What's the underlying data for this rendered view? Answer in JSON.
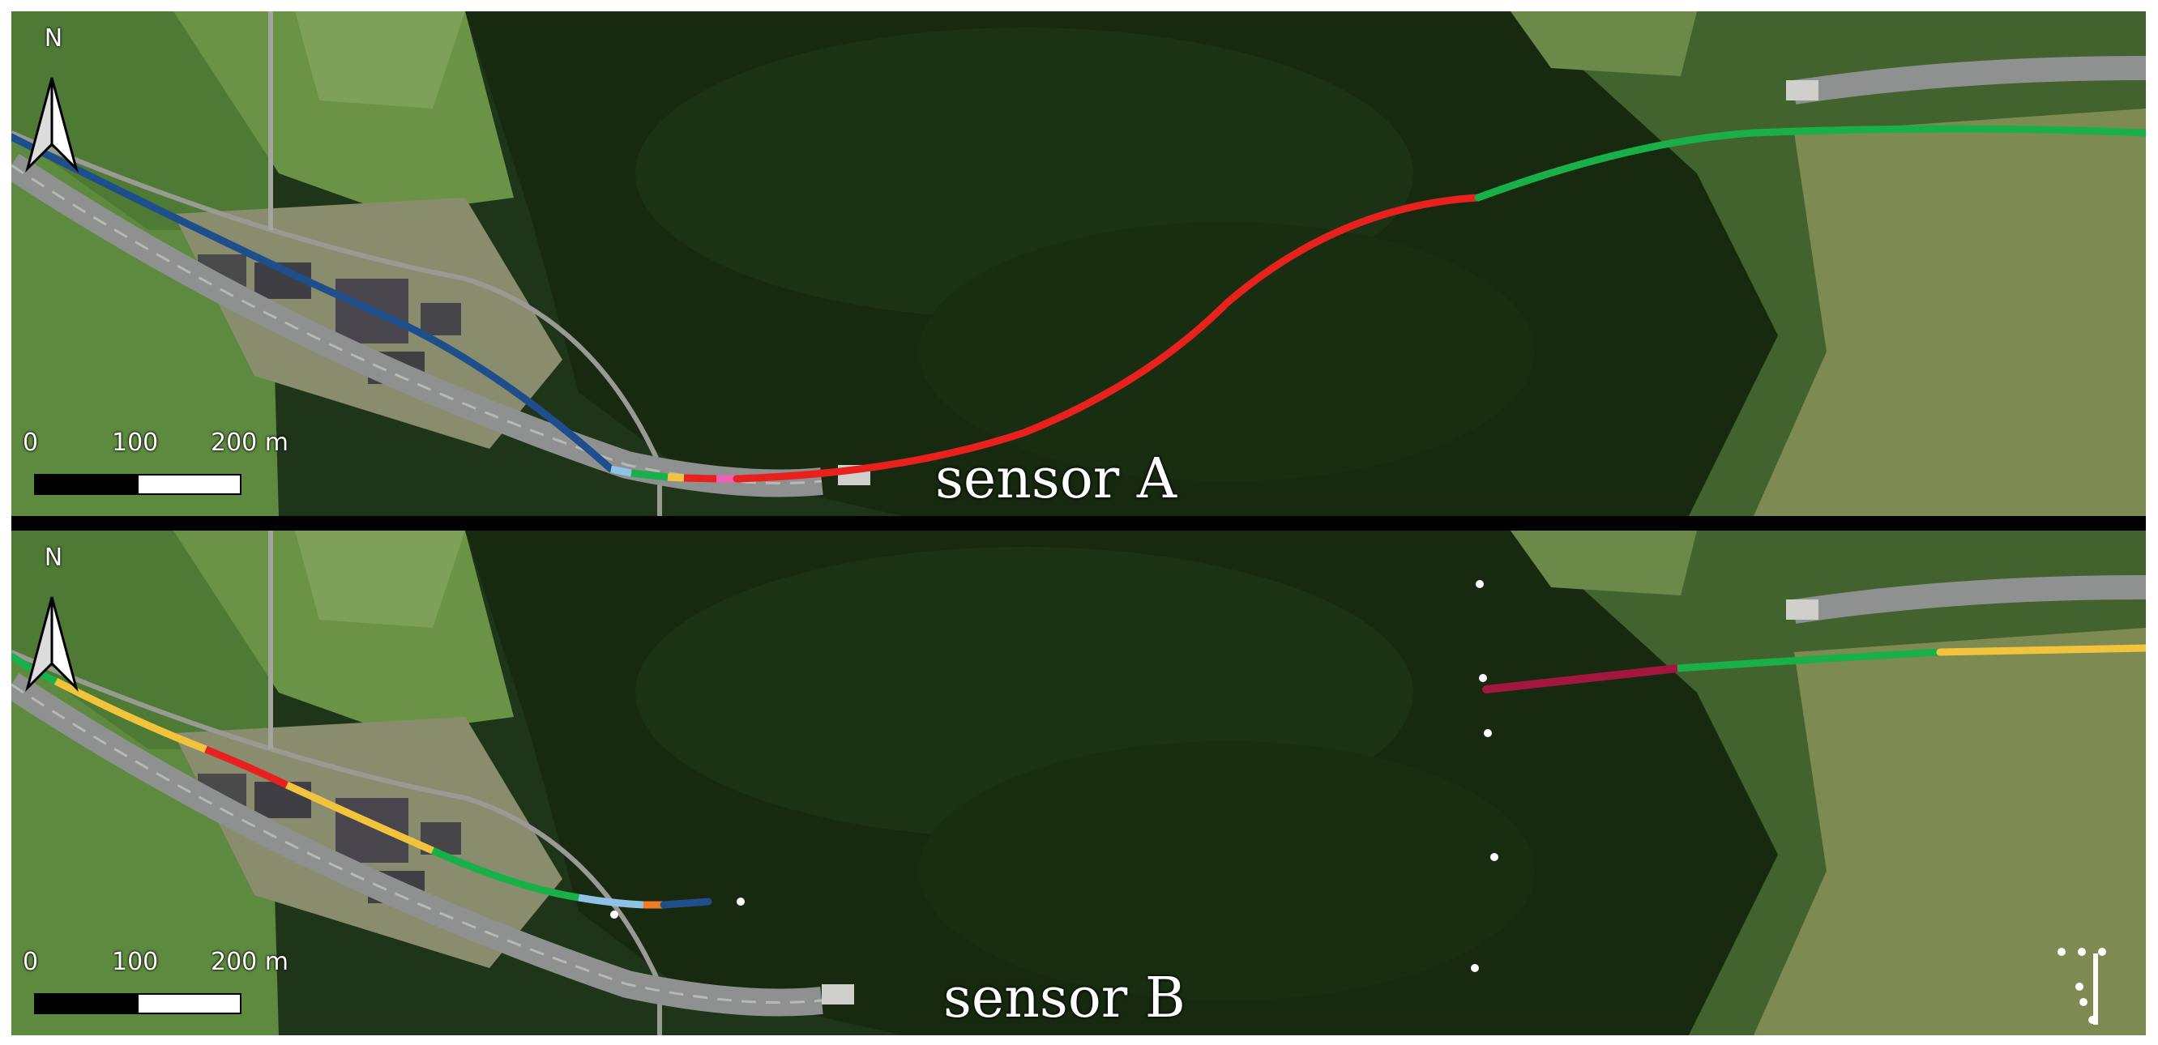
{
  "panels": [
    {
      "sensor_label": "sensor A",
      "north_label": "N",
      "scale": {
        "labels": [
          "0",
          "100",
          "200 m"
        ]
      }
    },
    {
      "sensor_label": "sensor B",
      "north_label": "N",
      "scale": {
        "labels": [
          "0",
          "100",
          "200 m"
        ]
      }
    }
  ],
  "colors": {
    "dark_blue": "#1f4e8c",
    "light_blue": "#8ec3e6",
    "green": "#19b04a",
    "yellow": "#f2c43d",
    "red": "#e8211e",
    "pink": "#f15fb5",
    "orange": "#f07d22",
    "dark_red": "#a3173f",
    "white_markers": "#ffffff"
  },
  "icons": [
    "north-arrow-icon"
  ]
}
